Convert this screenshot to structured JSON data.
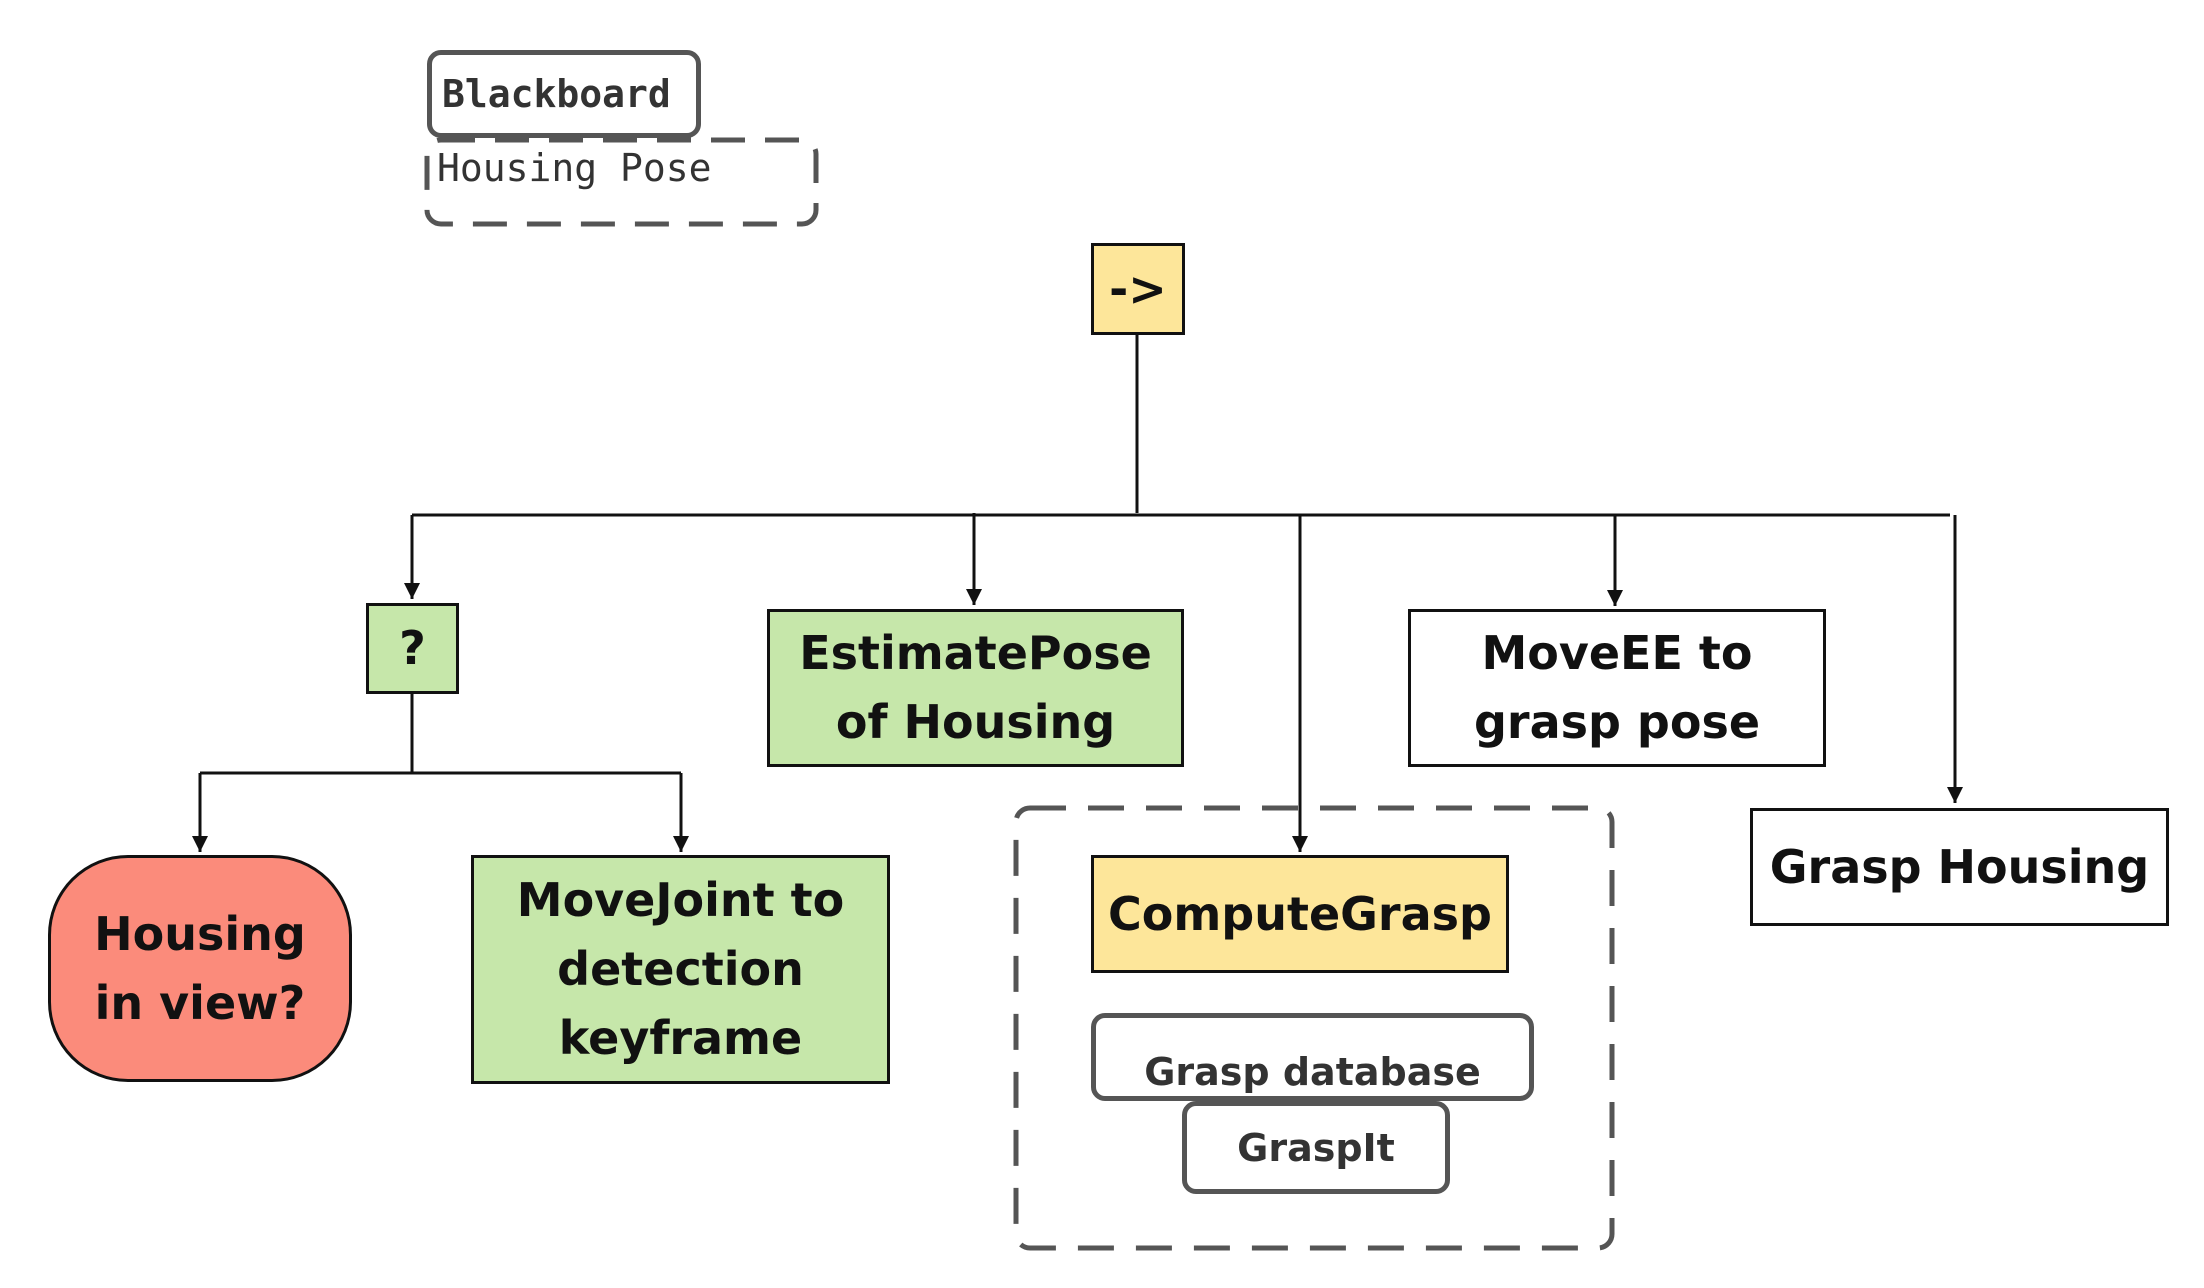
{
  "blackboard": {
    "title": "Blackboard",
    "entry": "Housing Pose"
  },
  "nodes": {
    "sequence": "->",
    "fallback": "?",
    "estimate_pose": "EstimatePose\nof Housing",
    "move_ee": "MoveEE to\ngrasp pose",
    "housing_in_view": "Housing\nin view?",
    "move_joint": "MoveJoint to\ndetection\nkeyframe",
    "compute_grasp": "ComputeGrasp",
    "grasp_database": "Grasp database",
    "graspit": "GraspIt",
    "grasp_housing": "Grasp Housing"
  },
  "colors": {
    "condition": "#fb8b7b",
    "action_done": "#c6e7aa",
    "control_running": "#fde69a",
    "idle": "#ffffff"
  }
}
